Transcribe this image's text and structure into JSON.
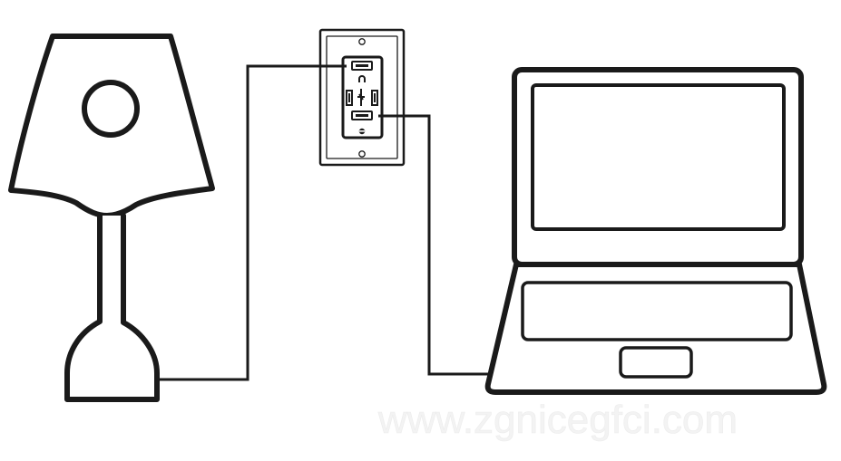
{
  "diagram": {
    "type": "wiring-illustration",
    "devices": [
      {
        "id": "lamp",
        "icon": "table-lamp-icon"
      },
      {
        "id": "outlet",
        "icon": "usb-wall-outlet-icon"
      },
      {
        "id": "laptop",
        "icon": "laptop-icon"
      }
    ],
    "connections": [
      {
        "from": "lamp",
        "to": "outlet",
        "port": "upper-usb-port"
      },
      {
        "from": "outlet",
        "to": "laptop",
        "port": "lower-usb-port"
      }
    ],
    "colors": {
      "stroke": "#1a1a1a",
      "background": "#ffffff",
      "watermark": "#f2f2f2"
    }
  },
  "watermark": {
    "text": "www.zgnicegfci.com"
  }
}
